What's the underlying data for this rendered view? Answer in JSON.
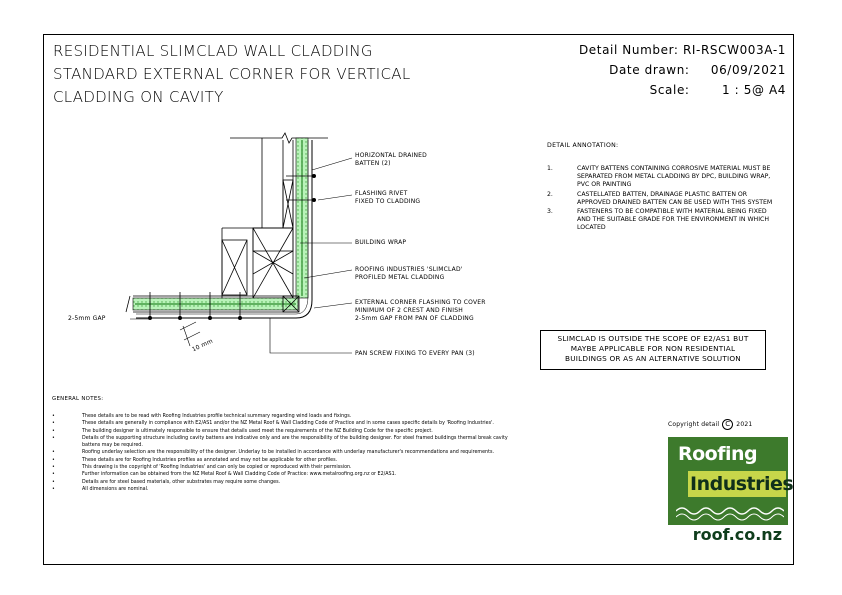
{
  "title": {
    "line1": "RESIDENTIAL SLIMCLAD WALL CLADDING",
    "line2": "STANDARD EXTERNAL CORNER FOR VERTICAL",
    "line3": "CLADDING ON CAVITY"
  },
  "meta": {
    "detail_number_label": "Detail Number:",
    "detail_number": "RI-RSCW003A-1",
    "date_label": "Date drawn:",
    "date": "06/09/2021",
    "scale_label": "Scale:",
    "scale": "1 : 5@ A4"
  },
  "drawing_labels": {
    "batten": "HORIZONTAL DRAINED\nBATTEN (2)",
    "rivet": "FLASHING RIVET\nFIXED TO CLADDING",
    "wrap": "BUILDING WRAP",
    "cladding": "ROOFING INDUSTRIES 'SLIMCLAD'\nPROFILED METAL CLADDING",
    "corner": "EXTERNAL CORNER FLASHING TO COVER\nMINIMUM OF 2 CREST AND FINISH\n2-5mm GAP FROM PAN OF CLADDING",
    "screw": "PAN SCREW FIXING TO EVERY PAN (3)",
    "gap": "2-5mm GAP",
    "dim": "10 mm"
  },
  "annotation": {
    "heading": "DETAIL ANNOTATION:",
    "items": [
      {
        "num": "1.",
        "text": "CAVITY BATTENS CONTAINING CORROSIVE MATERIAL MUST BE SEPARATED FROM METAL CLADDING BY DPC, BUILDING WRAP, PVC OR PAINTING"
      },
      {
        "num": "2.",
        "text": "CASTELLATED BATTEN, DRAINAGE PLASTIC BATTEN OR APPROVED DRAINED BATTEN CAN BE USED WITH THIS SYSTEM"
      },
      {
        "num": "3.",
        "text": "FASTENERS TO BE COMPATIBLE WITH MATERIAL BEING FIXED AND THE SUITABLE GRADE FOR THE ENVIRONMENT IN WHICH LOCATED"
      }
    ]
  },
  "scope_note": "SLIMCLAD IS OUTSIDE THE SCOPE OF E2/AS1 BUT MAYBE APPLICABLE FOR NON RESIDENTIAL BUILDINGS OR AS AN ALTERNATIVE SOLUTION",
  "general_notes": {
    "heading": "GENERAL NOTES:",
    "items": [
      "These details are to be read with Roofing Industries profile technical summary regarding wind loads and fixings.",
      "These details are generally in compliance with E2/AS1 and/or the NZ Metal Roof & Wall Cladding Code of Practice and in some cases specific details by 'Roofing Industries'.",
      "The building designer is ultimately responsible to ensure that details used meet the requirements of the NZ Building Code for the specific project.",
      "Details of the supporting structure including cavity battens are indicative only and are the responsibility of the building designer. For steel framed buildings thermal break cavity battens may be required.",
      "Roofing underlay selection are the responsibility of the designer. Underlay to be installed in accordance with underlay manufacturer's recommendations and requirements.",
      "These details are for Roofing Industries profiles as annotated and may not be applicable for other profiles.",
      "This drawing is the copyright of 'Roofing Industries' and can only be copied or reproduced with their permission.",
      "Further information can be obtained from the NZ Metal Roof & Wall Cladding Code of Practice: www.metalroofing.org.nz or E2/AS1.",
      "Details are for steel based materials, other substrates may require some changes.",
      "All dimensions are nominal."
    ]
  },
  "copyright": {
    "text": "Copyright detail",
    "symbol": "C",
    "year": "2021"
  },
  "logo": {
    "line1": "Roofing",
    "line2": "Industries",
    "site": "roof.co.nz",
    "green": "#3d7a2c",
    "lime": "#c7d64a"
  }
}
